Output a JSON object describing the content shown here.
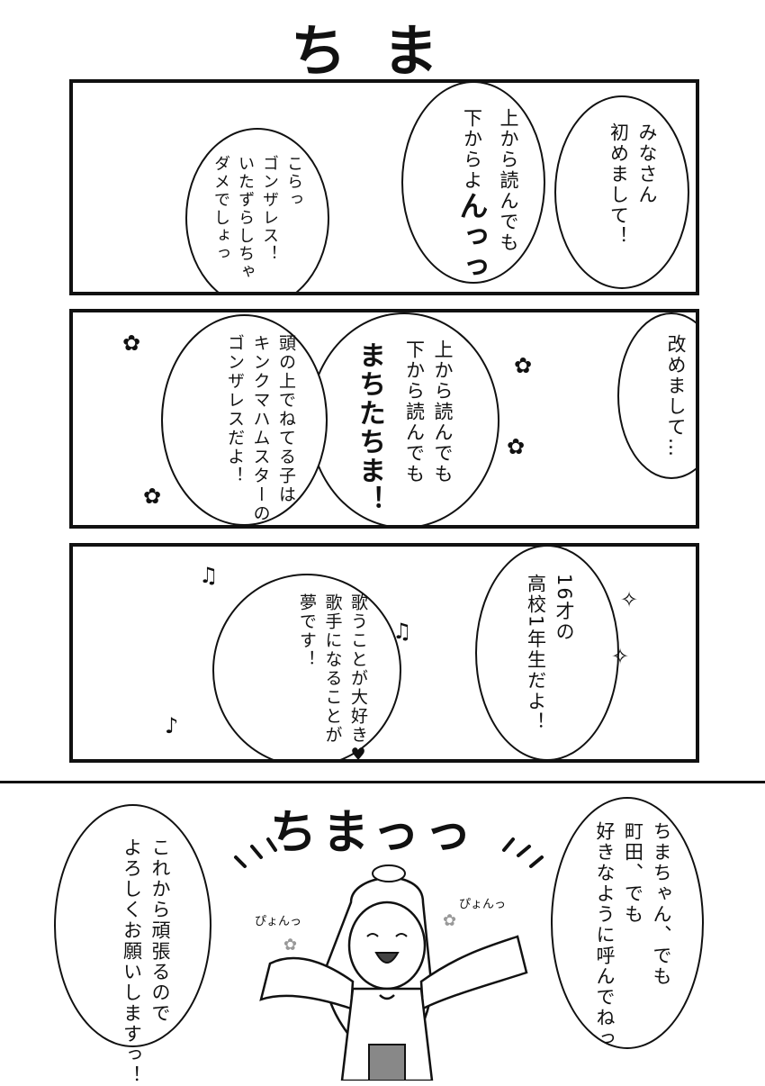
{
  "page_title": "ちま",
  "panel1": {
    "bubble_right": "みなさん\n初めまして！",
    "bubble_middle_line1": "上から読んでも",
    "bubble_middle_line2": "下からよ",
    "bubble_middle_emph": "んっっ",
    "bubble_left": "こらっ\nゴンザレス！\nいたずらしちゃ\nダメでしょっ"
  },
  "panel2": {
    "bubble_right": "改めまして…",
    "bubble_middle_text": "上から読んでも\n下から読んでも",
    "bubble_middle_name": "まちたちま！",
    "bubble_left": "頭の上でねてる子は\nキンクマハムスターの\nゴンザレスだよ！"
  },
  "panel3": {
    "bubble_right": "16才の\n高校1年生だよ！",
    "bubble_left": "歌うことが大好き♥\n歌手になることが\n夢です！"
  },
  "bottom": {
    "shout": "ちまっっ",
    "bubble_left": "これから頑張るので\nよろしくお願いしますっ！",
    "bubble_right": "ちまちゃん、でも\n町田、でも\n好きなように呼んでねっ",
    "sfx_left": "ぴょんっ",
    "sfx_right": "ぴょんっ"
  }
}
